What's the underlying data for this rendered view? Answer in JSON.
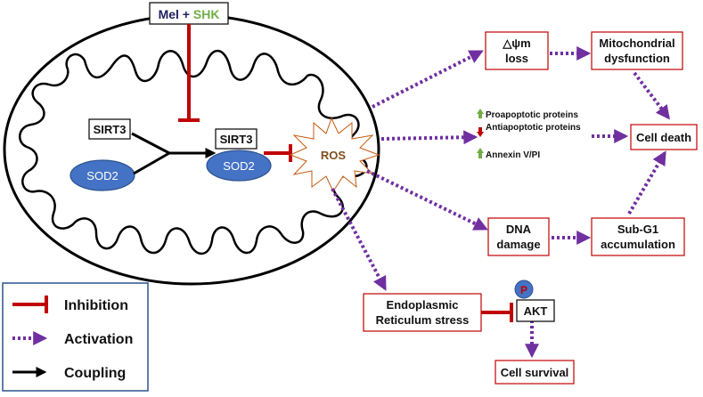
{
  "treatment": {
    "mel": "Mel",
    "plus": " + ",
    "shk": "SHK",
    "shk_color": "#70ad47"
  },
  "mito": {
    "sirt3_left": "SIRT3",
    "sod2_left": "SOD2",
    "sirt3_right": "SIRT3",
    "sod2_right": "SOD2",
    "ros": "ROS"
  },
  "outcomes": {
    "dpsim_line1": "△ψm",
    "dpsim_line2": "loss",
    "mito_dys_line1": "Mitochondrial",
    "mito_dys_line2": "dysfunction",
    "proapoptotic": "Proapoptotic proteins",
    "antiapoptotic": "Antiapoptotic proteins",
    "annexin": "Annexin V/PI",
    "cell_death": "Cell death",
    "dna_line1": "DNA",
    "dna_line2": "damage",
    "subg1_line1": "Sub-G1",
    "subg1_line2": "accumulation",
    "er_line1": "Endoplasmic",
    "er_line2": "Reticulum stress",
    "p": "P",
    "akt": "AKT",
    "cell_survival": "Cell survival"
  },
  "legend": {
    "inhibition": "Inhibition",
    "activation": "Activation",
    "coupling": "Coupling"
  },
  "colors": {
    "inhibition": "#c00000",
    "activation": "#7030a0",
    "sod2": "#4472c4",
    "ros_text": "#7f4f1f",
    "up_arrow": "#70ad47",
    "down_arrow": "#c00000",
    "box_border": "#c00000"
  }
}
